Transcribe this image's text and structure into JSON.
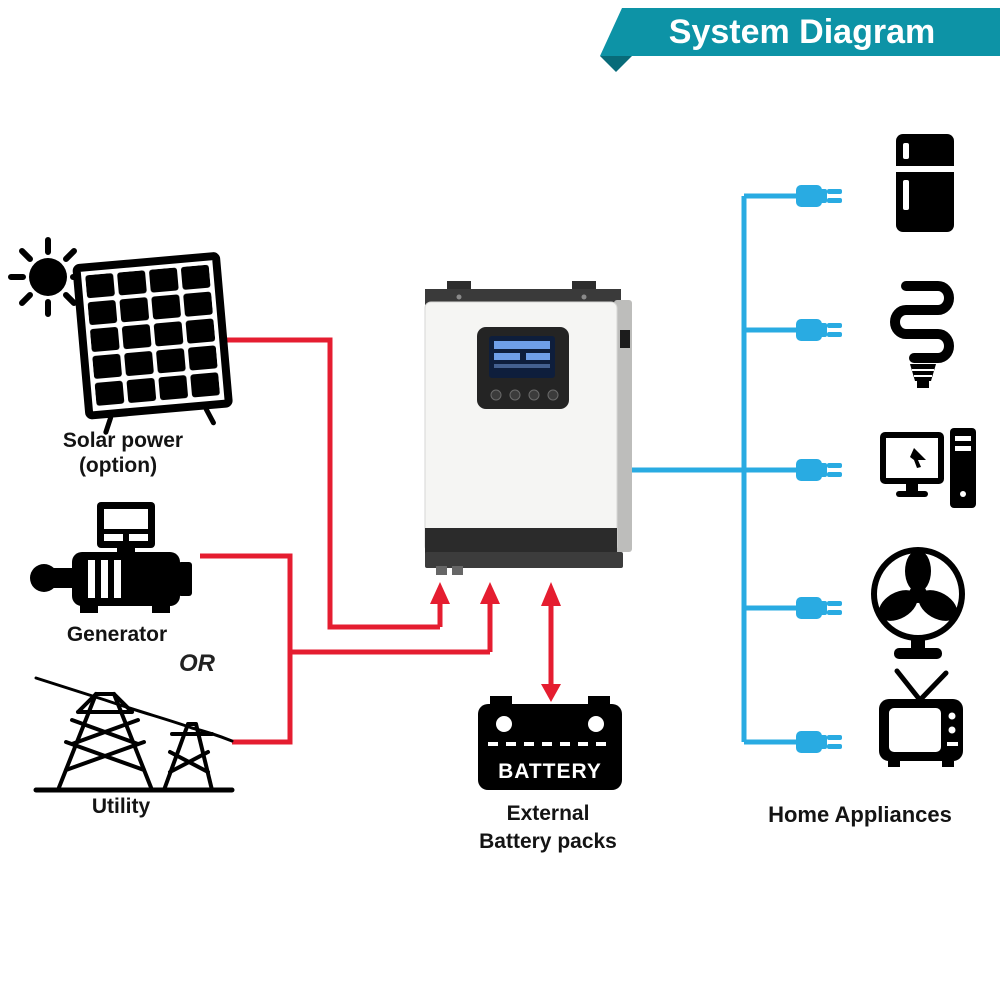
{
  "banner": {
    "title": "System Diagram",
    "bg_color": "#0d93a6",
    "fold_color": "#086b79"
  },
  "colors": {
    "source_line": "#e51d30",
    "load_line": "#29abe2",
    "icon": "#000000"
  },
  "labels": {
    "solar_line1": "Solar power",
    "solar_line2": "(option)",
    "generator": "Generator",
    "or": "OR",
    "utility": "Utility",
    "battery_device": "BATTERY",
    "battery_caption_line1": "External",
    "battery_caption_line2": "Battery packs",
    "appliances": "Home Appliances"
  },
  "icons": {
    "sources": [
      "sun-icon",
      "solar-panel-icon",
      "generator-icon",
      "utility-towers-icon"
    ],
    "center": [
      "inverter-icon",
      "battery-icon"
    ],
    "loads": [
      "refrigerator-icon",
      "cfl-bulb-icon",
      "computer-icon",
      "fan-icon",
      "tv-icon"
    ],
    "connector": "power-plug-icon"
  }
}
